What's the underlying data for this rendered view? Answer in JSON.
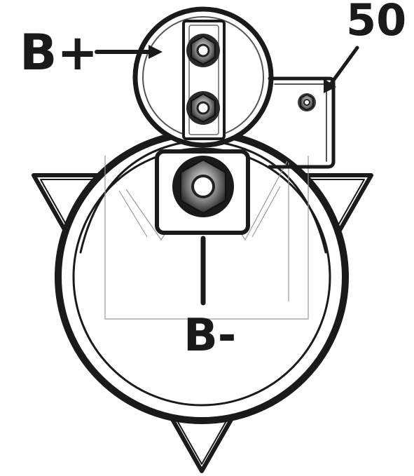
{
  "terminals": {
    "b_plus": {
      "label": "B+"
    },
    "terminal_50": {
      "label": "50"
    },
    "b_minus": {
      "label": "B-"
    }
  },
  "colors": {
    "ink": "#1a1a1a",
    "nut": "#4a4a4a",
    "watermark": "#9a9a9a"
  }
}
